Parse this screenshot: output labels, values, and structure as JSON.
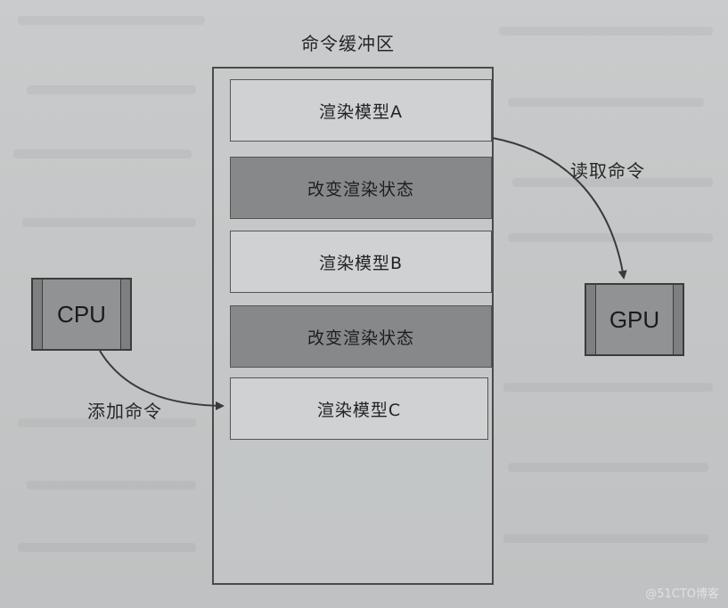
{
  "buffer": {
    "title": "命令缓冲区",
    "commands": [
      {
        "label": "渲染模型A",
        "style": "light"
      },
      {
        "label": "改变渲染状态",
        "style": "dark"
      },
      {
        "label": "渲染模型B",
        "style": "light"
      },
      {
        "label": "改变渲染状态",
        "style": "dark"
      },
      {
        "label": "渲染模型C",
        "style": "light"
      }
    ]
  },
  "cpu": {
    "label": "CPU"
  },
  "gpu": {
    "label": "GPU"
  },
  "arrows": {
    "add_command": "添加命令",
    "read_command": "读取命令"
  },
  "watermark": "@51CTO博客",
  "colors": {
    "background": "#c6c8c9",
    "light_box": "#cfd1d2",
    "dark_box": "#86888a",
    "chip": "#909294",
    "stroke": "#3c3c3c"
  }
}
